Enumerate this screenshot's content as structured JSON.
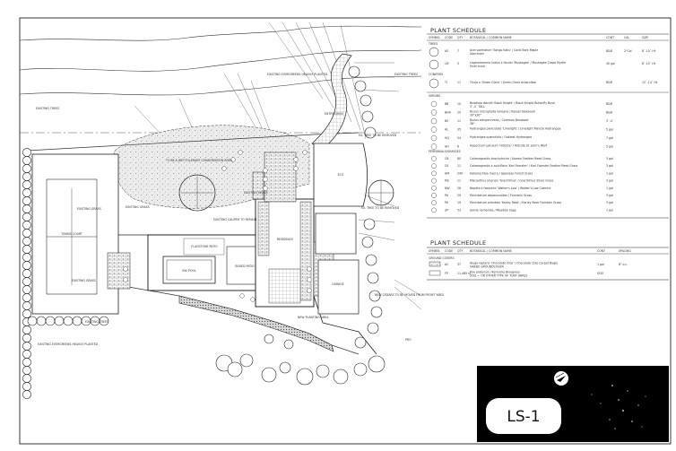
{
  "sheet": {
    "number": "LS-1"
  },
  "schedule_1": {
    "title": "PLANT SCHEDULE",
    "columns": [
      "SYMBOL",
      "CODE",
      "QTY",
      "BOTANICAL / COMMON NAME",
      "CONT",
      "CAL",
      "SIZE"
    ],
    "trees_heading": "TREES",
    "conifers_heading": "CONIFERS",
    "shrubs_heading": "SHRUBS",
    "grasses_heading": "PERENNIALS/GRASSES",
    "trees": [
      {
        "code": "AS",
        "qty": "7",
        "name": "Acer palmatum 'Sango Kaku' / Coral Bark Maple",
        "name2": "Specimen",
        "cont": "B&B",
        "cal": "2\"Cal",
        "size": "8`-10` Ht"
      },
      {
        "code": "LM",
        "qty": "5",
        "name": "Lagerstroemia indica x fauriei 'Muskogee' / Muskogee Crape Myrtle",
        "name2": "Multi trunk",
        "cont": "45 gal",
        "cal": "",
        "size": "8`-10` Ht"
      }
    ],
    "conifers": [
      {
        "code": "TI",
        "qty": "11",
        "name": "Thuja x 'Green Giant' / Green Giant Arborvitae",
        "cont": "B&B",
        "cal": "",
        "size": "12`-14` Ht"
      }
    ],
    "shrubs": [
      {
        "code": "BB",
        "qty": "10",
        "name": "Buddleja davidii 'Black Knight' / Black Knight Butterfly Bush",
        "name2": "3`-4` TALL",
        "cont": "B&B"
      },
      {
        "code": "BHA",
        "qty": "29",
        "name": "Buxus microphylla koreana / Korean Boxwood",
        "name2": "30\"x30\"",
        "cont": "B&B"
      },
      {
        "code": "BS",
        "qty": "11",
        "name": "Buxus sempervirens / Common Boxwood",
        "name2": "36\"",
        "cont": "3`-4`"
      },
      {
        "code": "HL",
        "qty": "35",
        "name": "Hydrangea paniculata 'Limelight' / Limelight Panicle Hydrangea",
        "name2": "",
        "cont": "5 gal"
      },
      {
        "code": "HQ",
        "qty": "54",
        "name": "Hydrangea quercifolia / Oakleaf Hydrangea",
        "name2": "",
        "cont": "7 gal"
      },
      {
        "code": "HH",
        "qty": "6",
        "name": "Hypericum patulum 'Hidcote' / Hidcote St. John's Wort",
        "name2": "",
        "cont": "5 gal"
      }
    ],
    "grasses": [
      {
        "code": "CB",
        "qty": "80",
        "name": "Calamagrostis brachytricha / Korean Feather Reed Grass",
        "cont": "3 gal"
      },
      {
        "code": "CK",
        "qty": "11",
        "name": "Calamagrostis x acutiflora 'Karl Foerster' / Karl Foerster Feather Reed Grass",
        "cont": "3 gal"
      },
      {
        "code": "HM",
        "qty": "249",
        "name": "Hakonechloa macra / Japanese Forest Grass",
        "cont": "1 gal"
      },
      {
        "code": "MS",
        "qty": "11",
        "name": "Miscanthus sinensis 'Gracillimus' / Gracillimus Silver Grass",
        "cont": "3 gal"
      },
      {
        "code": "NW",
        "qty": "26",
        "name": "Nepeta x faassenii 'Walker's Low' / Walker's Low Catmint",
        "cont": "1 gal"
      },
      {
        "code": "PA",
        "qty": "29",
        "name": "Pennisetum alopecuroides / Fountain Grass",
        "cont": "3 gal"
      },
      {
        "code": "PK",
        "qty": "19",
        "name": "Pennisetum orientale 'Karley Rose' / Karley Rose Fountain Grass",
        "cont": "3 gal"
      },
      {
        "code": "SP",
        "qty": "53",
        "name": "Salvia nemorosa / Meadow Sage",
        "cont": "1 gal"
      }
    ]
  },
  "schedule_2": {
    "title": "PLANT SCHEDULE",
    "columns": [
      "SYMBOL",
      "CODE",
      "QTY",
      "BOTANICAL / COMMON NAME",
      "CONT",
      "SPACING"
    ],
    "group_heading": "GROUND COVERS",
    "rows": [
      {
        "code": "AC",
        "qty": "37",
        "name": "Ajuga reptans 'Chocolate Chip' / Chocolate Chip Carpet Bugle",
        "name2": "GRADE GROUNDCOVER",
        "cont": "1 gal",
        "spacing": "8\" o.c."
      },
      {
        "code": "FP",
        "qty": "11,485 sf",
        "name": "Poa pratensis / Kentucky Bluegrass",
        "name2": "SOD — OR OTHER TYPE OF TURF GRASS",
        "cont": "SOD",
        "spacing": ""
      }
    ]
  },
  "plan_labels": {
    "tennis": "TENNIS COURT",
    "pool": "SW. POOL",
    "residence": "RESIDENCE",
    "flagstone": "FLAGSTONE PATIO",
    "eco": "ECO",
    "wetland": "TO BE A WET-TOLERANT CONSERVATION AREA",
    "ex_tree_remain": "EXISTING CALIPER TO REMAIN",
    "ex_tree_removed_1": "EX. TREE TO BE REMOVED",
    "ex_tree_removed_2": "EX. TREE TO BE REMOVED",
    "ex_evergreens_1": "EXISTING EVERGREENS HEAVILY PLANTED",
    "ex_evergreens_2": "EXISTING EVERGREENS HEAVILY PLANTED",
    "ex_trees_1": "EXISTING TREES",
    "ex_trees_2": "EXISTING TREES",
    "ex_trees_3": "EXISTING TREES",
    "ex_grass_1": "EXISTING GRASS",
    "ex_grass_2": "EXISTING GRASS",
    "ex_grass_3": "EXISTING GRASS",
    "ex_grass_4": "EXISTING GRASS",
    "boxed": "BOXED PATIO",
    "entry_drive": "ENTRY DRIVE",
    "garage": "GARAGE",
    "new_plant": "NEW PLANTING AREA",
    "new_trees": "NEW CEDARS TO BE MOVED FROM FRONT YARD",
    "pro": "PRO"
  }
}
